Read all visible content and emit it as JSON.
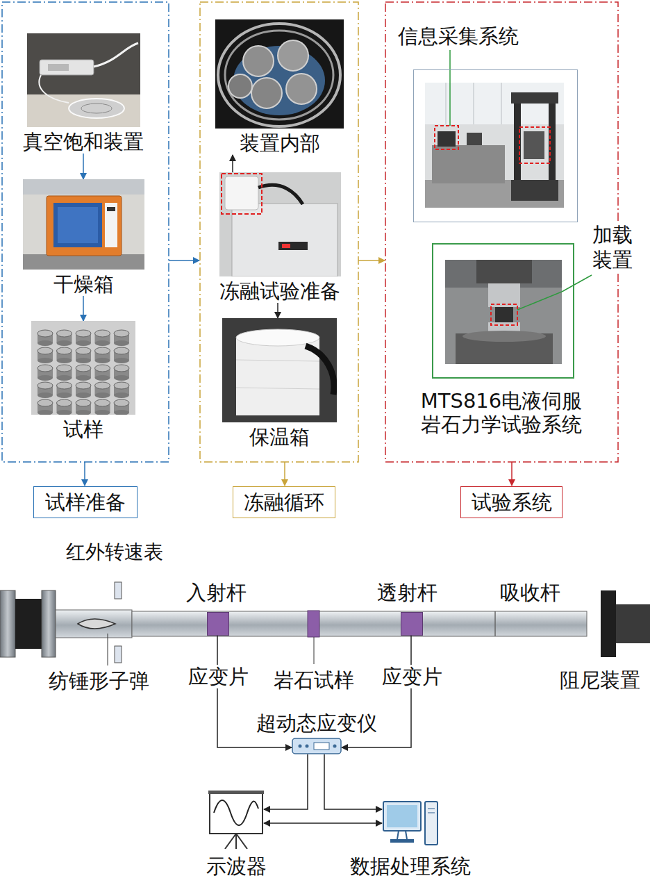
{
  "diagram": {
    "nodes": [
      {
        "text": [
          "真空饱和装置"
        ]
      },
      {
        "text": [
          "干燥箱"
        ]
      },
      {
        "text": [
          "试样"
        ]
      },
      {
        "text": [
          "试样准备"
        ]
      },
      {
        "text": [
          "装置内部"
        ]
      },
      {
        "text": [
          "冻融试验准备"
        ]
      },
      {
        "text": [
          "保温箱"
        ]
      },
      {
        "text": [
          "冻融循环"
        ]
      },
      {
        "text": [
          "信息采集系统"
        ]
      },
      {
        "text": [
          "加载装置"
        ]
      },
      {
        "text": [
          "试验系统"
        ]
      },
      {
        "text": [
          "应变片"
        ]
      },
      {
        "text": [
          "应变片"
        ]
      },
      {
        "text": [
          "超动态应变仪"
        ]
      },
      {
        "text": [
          "示波器"
        ]
      },
      {
        "text": [
          "数据处理系统"
        ]
      }
    ],
    "edges": [
      {
        "from": 0,
        "to": 1,
        "arrow": "to"
      },
      {
        "from": 1,
        "to": 2,
        "arrow": "to"
      },
      {
        "from": 5,
        "to": 4,
        "arrow": "to"
      },
      {
        "from": 5,
        "to": 6,
        "arrow": "to"
      },
      {
        "from": 11,
        "to": 13,
        "arrow": "to"
      },
      {
        "from": 12,
        "to": 13,
        "arrow": "to"
      },
      {
        "from": 13,
        "to": 14,
        "arrow": "to"
      },
      {
        "from": 13,
        "to": 15,
        "arrow": "to"
      },
      {
        "from": 14,
        "to": 15,
        "arrow": "both"
      }
    ],
    "labels": [
      "红外转速表",
      "入射杆",
      "透射杆",
      "吸收杆",
      "纺锤形子弹",
      "岩石试样",
      "阻尼装置",
      "MTS816电液伺服 岩石力学试验系统"
    ]
  }
}
